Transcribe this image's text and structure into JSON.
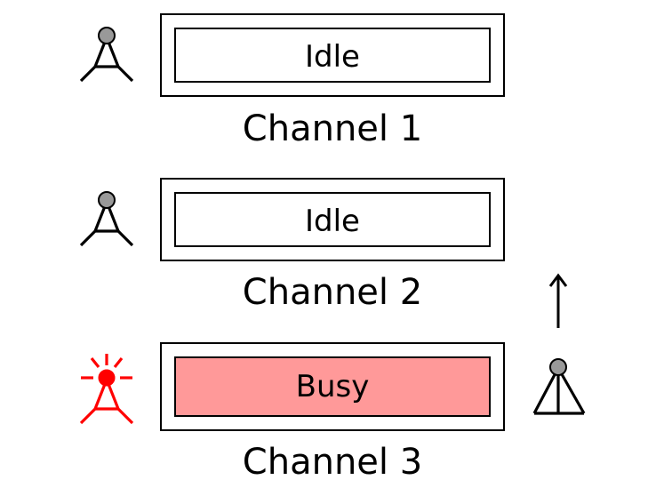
{
  "colors": {
    "line": "#000000",
    "idle_fill": "#ffffff",
    "busy_fill": "#ff9999",
    "active_tower": "#ff0000",
    "idle_tower_head": "#999999"
  },
  "channels": [
    {
      "label": "Channel 1",
      "status": "Idle"
    },
    {
      "label": "Channel 2",
      "status": "Idle"
    },
    {
      "label": "Channel 3",
      "status": "Busy"
    }
  ],
  "icons": {
    "left_towers": [
      "antenna-tower-icon",
      "antenna-tower-icon",
      "transmitting-antenna-icon"
    ],
    "right_tower": "antenna-tower-icon",
    "arrow": "up-arrow-icon"
  }
}
